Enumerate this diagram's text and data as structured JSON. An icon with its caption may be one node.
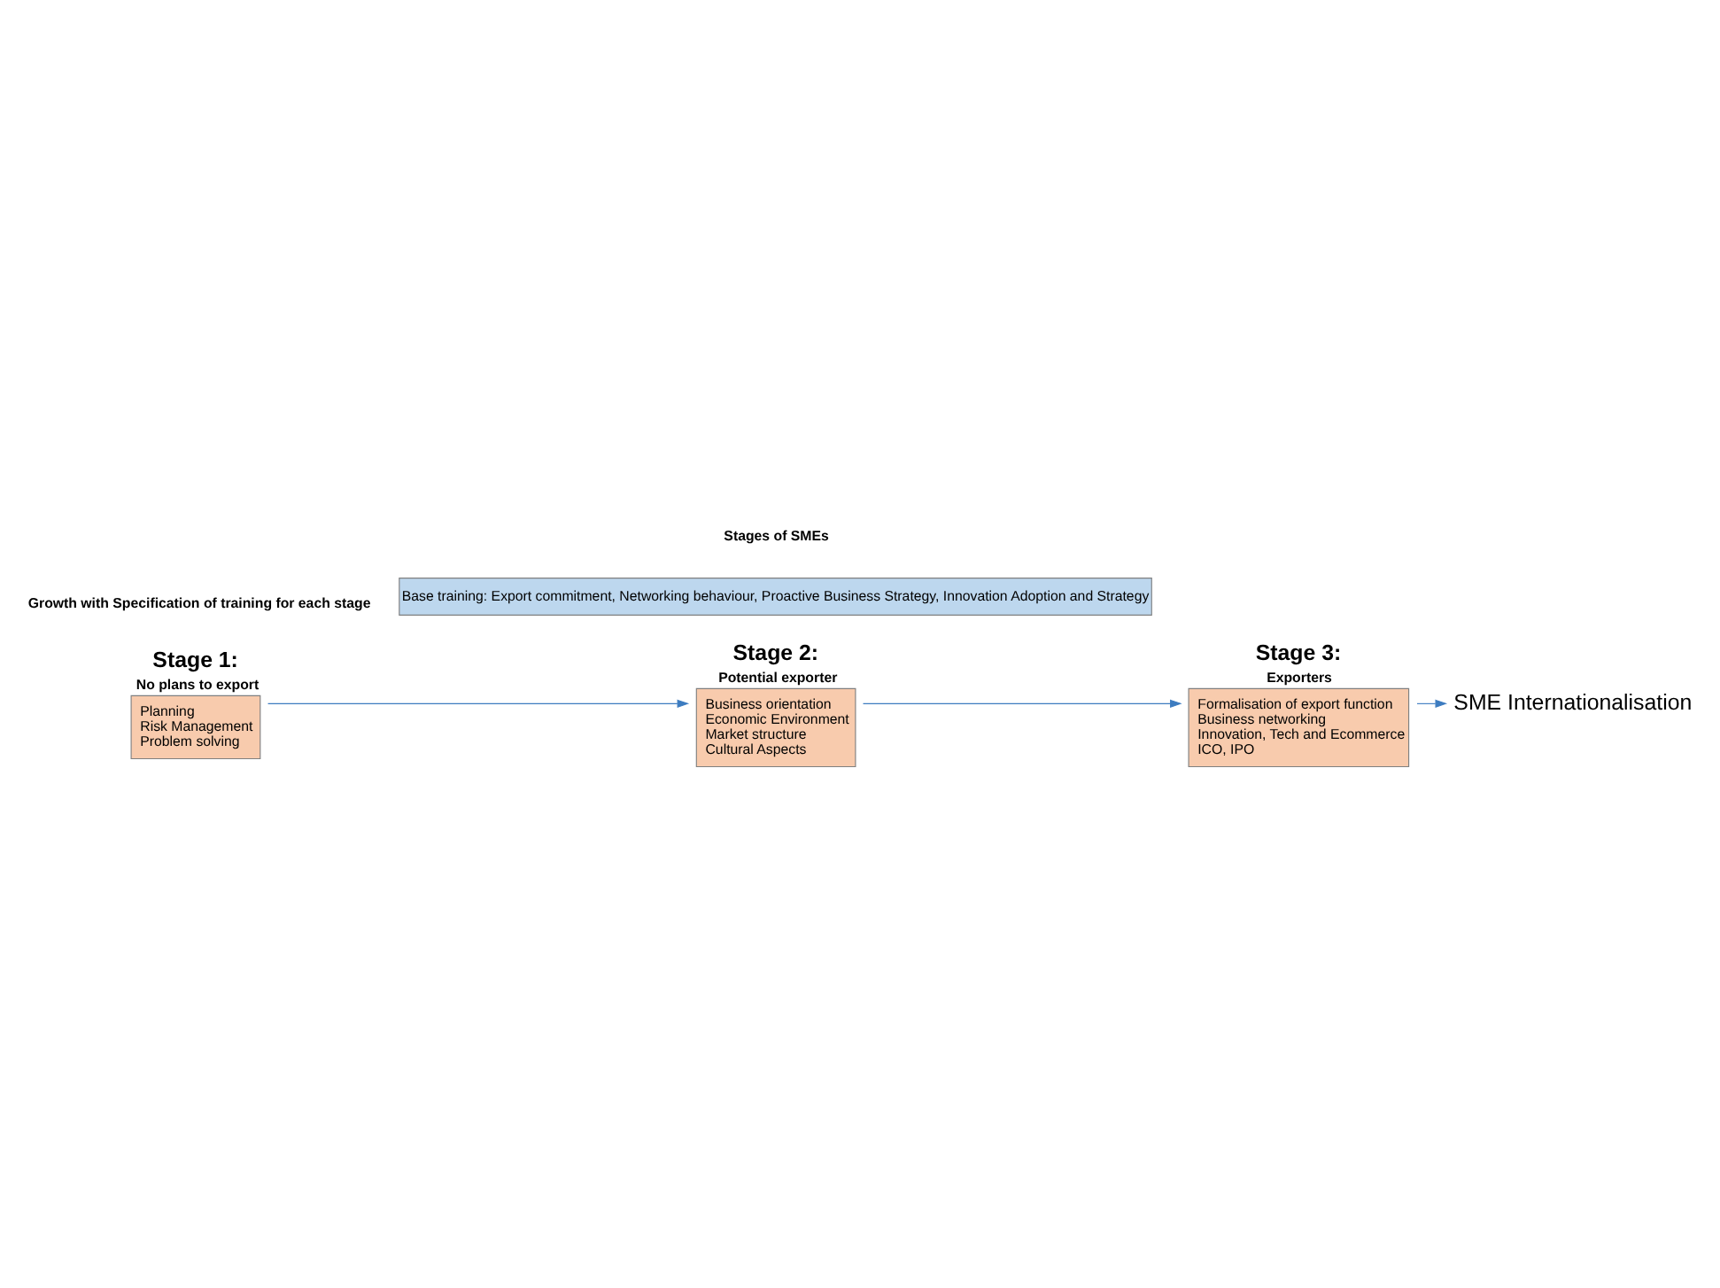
{
  "diagram": {
    "nodes": [
      {
        "text": [
          "Stage 1:",
          "No plans to export",
          "Planning",
          "Risk Management",
          "Problem solving"
        ]
      },
      {
        "text": [
          "Stage 2:",
          "Potential exporter",
          "Business orientation",
          "Economic Environment",
          "Market structure",
          "Cultural Aspects"
        ]
      },
      {
        "text": [
          "Stage 3:",
          "Exporters",
          "Formalisation of export function",
          "Business networking",
          "Innovation, Tech and Ecommerce",
          "ICO, IPO"
        ]
      },
      {
        "text": [
          "SME Internationalisation"
        ]
      },
      {
        "text": [
          "Base training: Export commitment, Networking behaviour, Proactive Business Strategy, Innovation Adoption and Strategy"
        ]
      }
    ],
    "edges": [
      {
        "from": 0,
        "to": 1,
        "arrow": "to"
      },
      {
        "from": 1,
        "to": 2,
        "arrow": "to"
      },
      {
        "from": 2,
        "to": 3,
        "arrow": "to"
      }
    ],
    "labels": [
      "Growth with Specification of training for each stage",
      "Stages of SMEs"
    ]
  }
}
